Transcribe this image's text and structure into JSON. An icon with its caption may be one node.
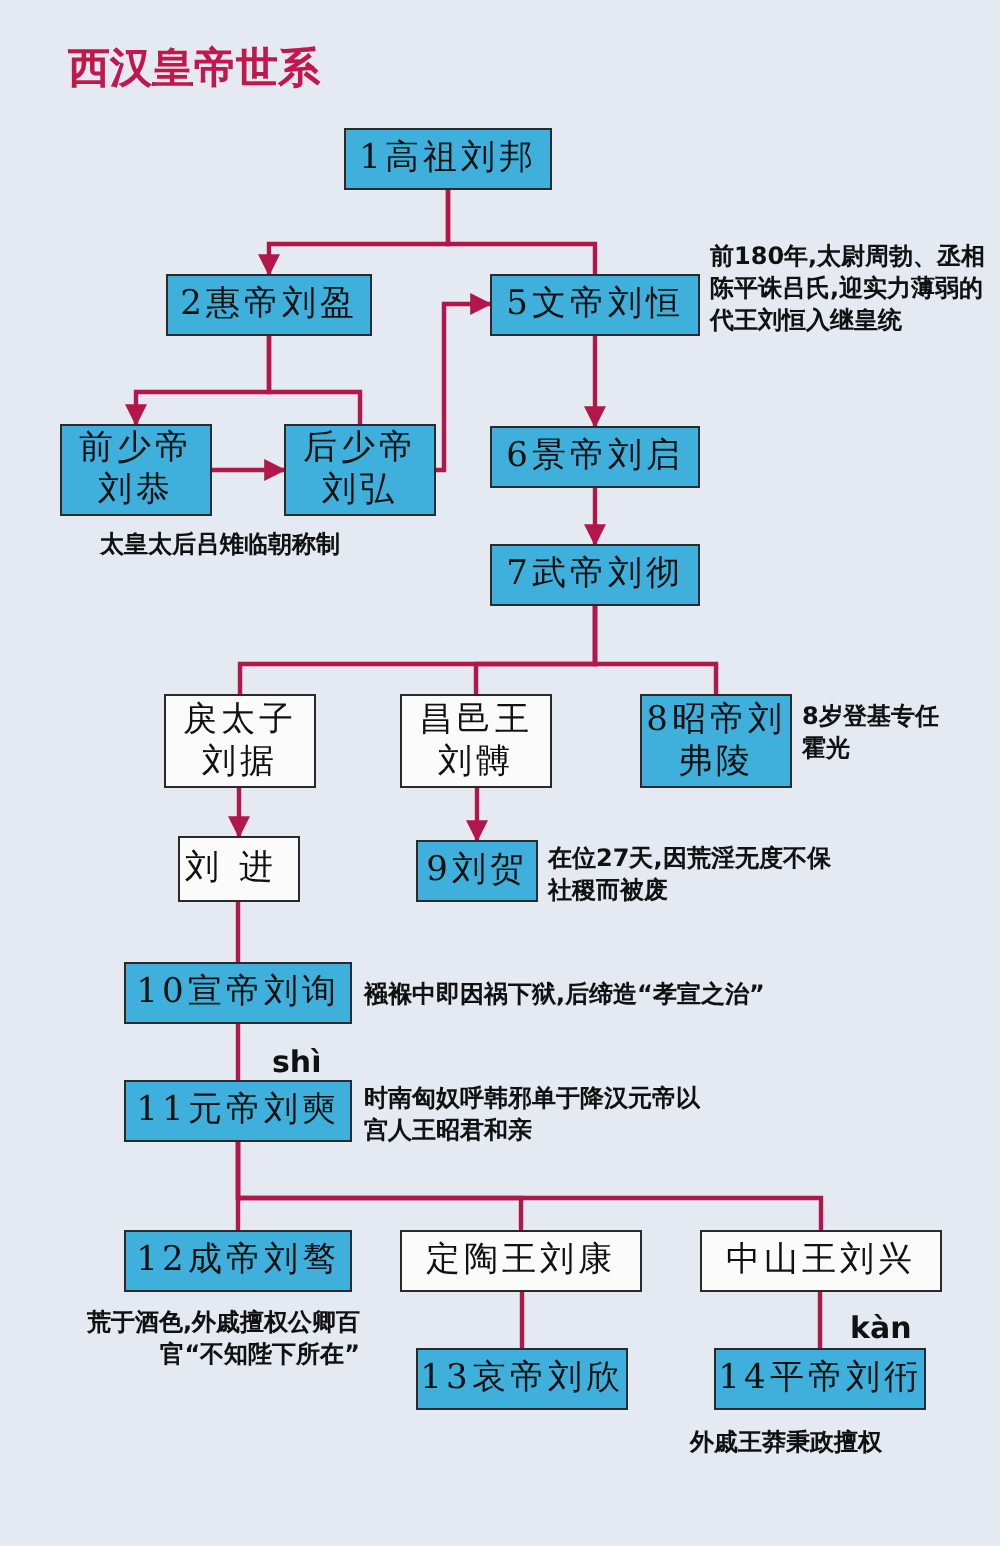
{
  "diagram": {
    "title": "西汉皇帝世系",
    "nodes": [
      {
        "text": [
          "1高祖刘邦"
        ]
      },
      {
        "text": [
          "2惠帝刘盈"
        ]
      },
      {
        "text": [
          "5文帝刘恒"
        ],
        "beside": [
          "前180年,太尉周勃、丞相陈平诛吕氏,迎实力薄弱的代王刘恒入继皇统"
        ]
      },
      {
        "text": [
          "前少帝刘恭"
        ]
      },
      {
        "text": [
          "后少帝刘弘"
        ]
      },
      {
        "text": [
          "6景帝刘启"
        ]
      },
      {
        "text": [
          "7武帝刘彻"
        ]
      },
      {
        "text": [
          "戾太子刘据"
        ]
      },
      {
        "text": [
          "昌邑王刘髆"
        ]
      },
      {
        "text": [
          "8昭帝刘弗陵"
        ],
        "beside": [
          "8岁登基专任霍光"
        ]
      },
      {
        "text": [
          "刘进"
        ]
      },
      {
        "text": [
          "9刘贺"
        ],
        "beside": [
          "在位27天,因荒淫无度不保社稷而被废"
        ]
      },
      {
        "text": [
          "10宣帝刘询"
        ],
        "beside": [
          "襁褓中即因祸下狱,后缔造“孝宣之治”"
        ]
      },
      {
        "text": [
          "11元帝刘奭"
        ],
        "beside": [
          "时南匈奴呼韩邪单于降汉元帝以宫人王昭君和亲"
        ]
      },
      {
        "text": [
          "12成帝刘骜"
        ],
        "beside": [
          "荒于酒色,外戚擅权公卿百官“不知陛下所在”"
        ]
      },
      {
        "text": [
          "定陶王刘康"
        ]
      },
      {
        "text": [
          "中山王刘兴"
        ]
      },
      {
        "text": [
          "13哀帝刘欣"
        ]
      },
      {
        "text": [
          "14平帝刘衎"
        ],
        "beside": [
          "外戚王莽秉政擅权"
        ]
      }
    ],
    "edges": [
      {
        "from": 0,
        "to": 1,
        "arrow": "to"
      },
      {
        "from": 0,
        "to": 2,
        "arrow": "none"
      },
      {
        "from": 1,
        "to": 3,
        "arrow": "to"
      },
      {
        "from": 1,
        "to": 4,
        "arrow": "none"
      },
      {
        "from": 3,
        "to": 4,
        "arrow": "to"
      },
      {
        "from": 4,
        "to": 2,
        "arrow": "to"
      },
      {
        "from": 2,
        "to": 5,
        "arrow": "to"
      },
      {
        "from": 5,
        "to": 6,
        "arrow": "to"
      },
      {
        "from": 6,
        "to": 7,
        "arrow": "none"
      },
      {
        "from": 6,
        "to": 8,
        "arrow": "none"
      },
      {
        "from": 6,
        "to": 9,
        "arrow": "none"
      },
      {
        "from": 7,
        "to": 10,
        "arrow": "to"
      },
      {
        "from": 8,
        "to": 11,
        "arrow": "to"
      },
      {
        "from": 10,
        "to": 12,
        "arrow": "none"
      },
      {
        "from": 12,
        "to": 13,
        "arrow": "none"
      },
      {
        "from": 13,
        "to": 14,
        "arrow": "none"
      },
      {
        "from": 13,
        "to": 15,
        "arrow": "none"
      },
      {
        "from": 13,
        "to": 16,
        "arrow": "none"
      },
      {
        "from": 15,
        "to": 17,
        "arrow": "none"
      },
      {
        "from": 16,
        "to": 18,
        "arrow": "none"
      }
    ],
    "labels": [
      "太皇太后吕雉临朝称制",
      "shì",
      "kàn"
    ]
  }
}
